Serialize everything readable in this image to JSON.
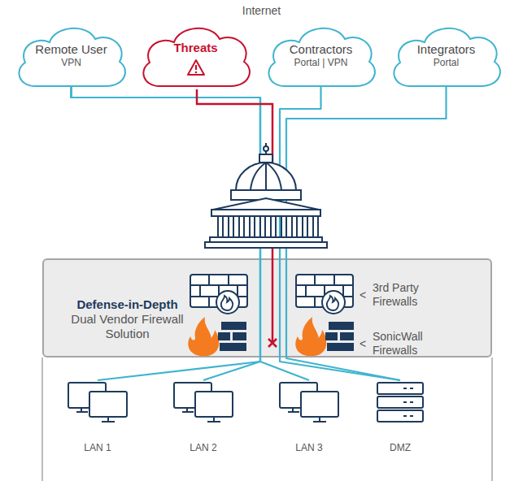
{
  "diagram": {
    "nodes": [
      {
        "text": [
          "Remote User",
          "VPN"
        ]
      },
      {
        "text": [
          "Threats"
        ]
      },
      {
        "text": [
          "Contractors",
          "Portal | VPN"
        ]
      },
      {
        "text": [
          "Integrators",
          "Portal"
        ]
      },
      {
        "text": [
          "Defense-in-Depth",
          "Dual Vendor Firewall Solution"
        ]
      },
      {
        "text": [
          "LAN 1"
        ]
      },
      {
        "text": [
          "LAN 2"
        ]
      },
      {
        "text": [
          "LAN 3"
        ]
      },
      {
        "text": [
          "DMZ"
        ]
      }
    ],
    "edges": [
      {
        "from": 0,
        "to": 5,
        "arrow": "none"
      },
      {
        "from": 0,
        "to": 6,
        "arrow": "none"
      },
      {
        "from": 0,
        "to": 7,
        "arrow": "none"
      },
      {
        "from": 2,
        "to": 8,
        "arrow": "none"
      },
      {
        "from": 3,
        "to": 8,
        "arrow": "none"
      }
    ],
    "labels": [
      "Internet",
      "<",
      "3rd Party Firewalls",
      "<",
      "SonicWall Firewalls"
    ]
  }
}
